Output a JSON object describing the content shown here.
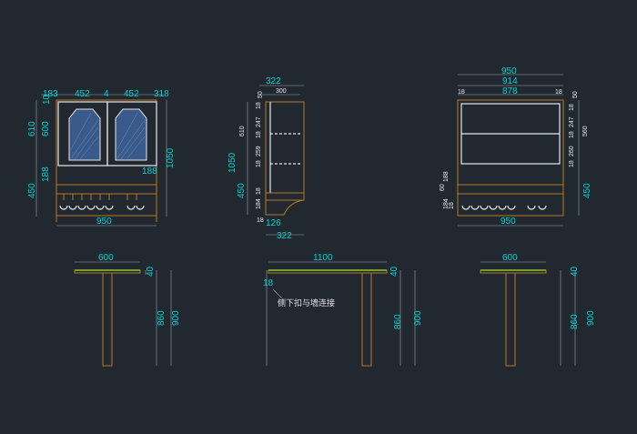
{
  "colors": {
    "background": "#212830",
    "dimension_text": "#00d4d4",
    "wood": "#b87828",
    "glass": "#3a5a8c",
    "counter_top": "#2ec82e",
    "line": "#e8e8e8"
  },
  "front_view": {
    "top_dims": [
      "183",
      "452",
      "4",
      "452",
      "318"
    ],
    "left_dims": [
      "10",
      "610",
      "600",
      "188",
      "450"
    ],
    "right_dim": "1050",
    "inner_dim": "188",
    "bottom_dim": "950"
  },
  "side_view": {
    "top_dims": [
      "322",
      "300"
    ],
    "right_top": "50",
    "left_dims": [
      "610",
      "1050",
      "450"
    ],
    "inner_dims": [
      "18",
      "247",
      "18",
      "259",
      "18",
      "18",
      "184",
      "18"
    ],
    "bottom_dims": [
      "126",
      "322"
    ]
  },
  "back_view": {
    "top_dims": [
      "950",
      "914",
      "878"
    ],
    "side_18_left": "18",
    "side_18_right": "18",
    "right_dims": [
      "50",
      "18",
      "247",
      "18",
      "260",
      "18",
      "560",
      "450"
    ],
    "left_dims": [
      "60",
      "188",
      "184",
      "18"
    ],
    "bottom_dim": "950"
  },
  "table_left": {
    "width": "600",
    "top_thk": "40",
    "heights": [
      "860",
      "900"
    ]
  },
  "table_mid": {
    "width": "1100",
    "top_thk": "40",
    "left_dim": "18",
    "heights": [
      "860",
      "900"
    ],
    "note": "侧下扣与墙连接"
  },
  "table_right": {
    "width": "600",
    "top_thk": "40",
    "heights": [
      "860",
      "900"
    ]
  }
}
